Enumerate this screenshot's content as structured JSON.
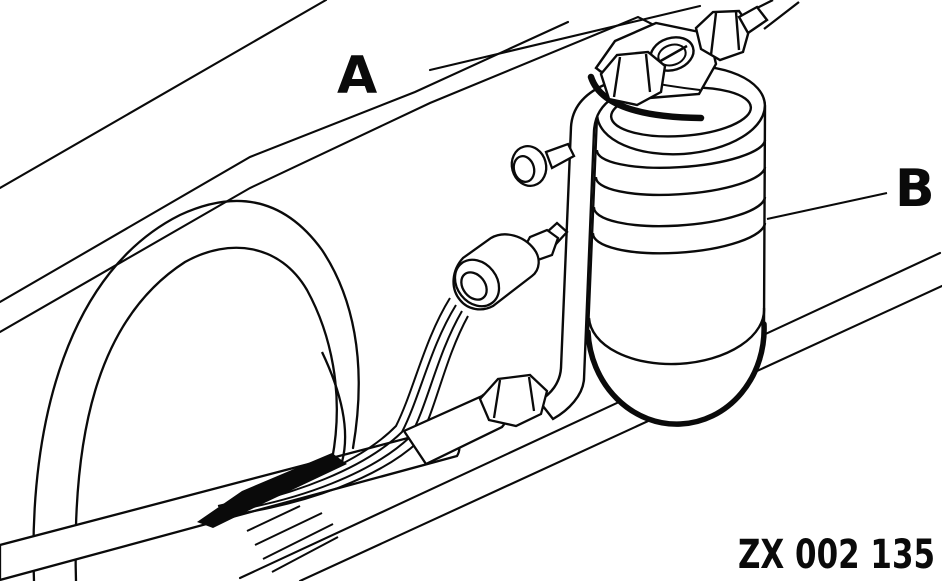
{
  "figure": {
    "background_color": "#ffffff",
    "line_color": "#0a0a0a",
    "callouts": {
      "label_a": "A",
      "label_b": "B"
    },
    "reference_code": "ZX 002 135"
  }
}
